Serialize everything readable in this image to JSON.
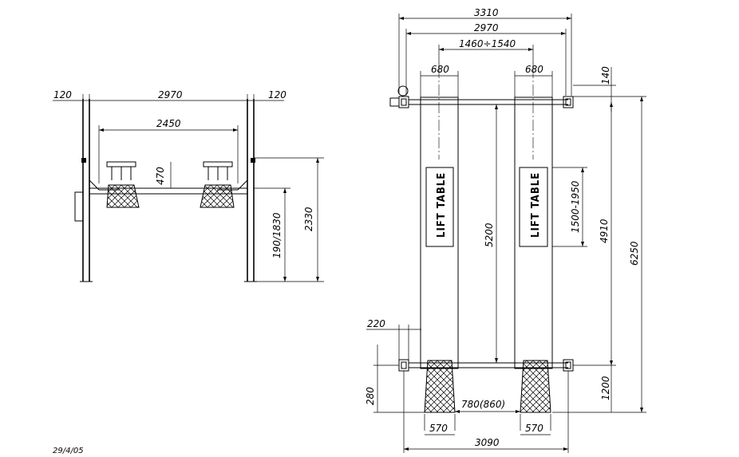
{
  "date": "29/4/05",
  "side_view": {
    "dims": {
      "post_left": "120",
      "width_total": "2970",
      "post_right": "120",
      "inner_width": "2450",
      "pad_height": "470",
      "runway_height": "190/1830",
      "overall_height": "2330"
    }
  },
  "top_view": {
    "dims": {
      "outer_width": "3310",
      "post_width": "2970",
      "runway_gap_range": "1460÷1540",
      "runway_left": "680",
      "runway_right": "680",
      "top_offset": "140",
      "runway_length": "5200",
      "table_range": "1500-1950",
      "post_span": "4910",
      "total_length": "6250",
      "post_depth": "220",
      "ramp_offset": "280",
      "rear_offset": "1200",
      "ramp_left": "570",
      "ramp_gap": "780(860)",
      "ramp_right": "570",
      "ramp_span": "3090"
    },
    "table_label_left": "LIFT TABLE",
    "table_label_right": "LIFT TABLE"
  }
}
